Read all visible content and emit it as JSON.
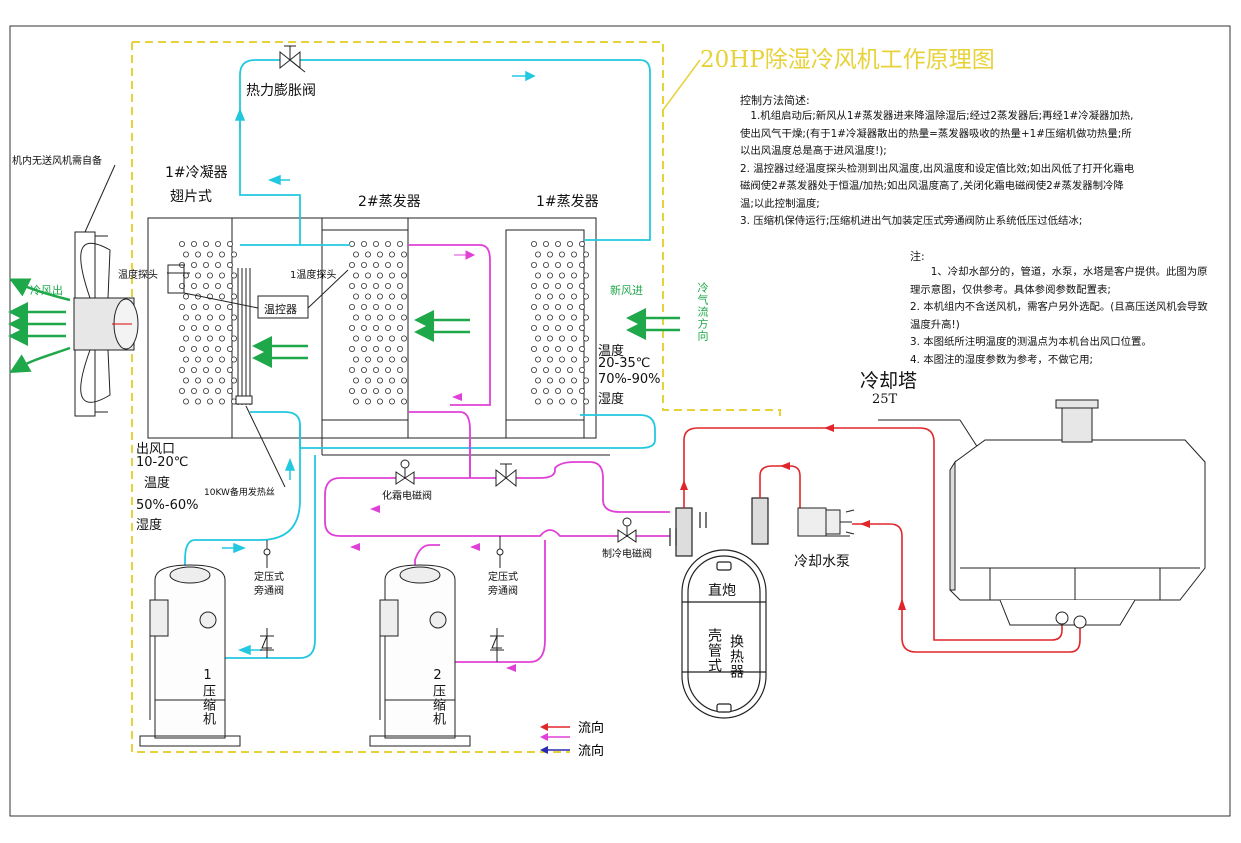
{
  "title": "20HP除湿冷风机工作原理图",
  "control_notes": {
    "heading": "控制方法简述:",
    "lines": [
      "　1.机组启动后;新风从1#蒸发器进来降温除湿后;经过2蒸发器后;再经1#冷凝器加热,使出风气干燥;(有于1#冷凝器散出的热量=蒸发器吸收的热量+1#压缩机做功热量;所以出风温度总是高于进风温度!);",
      "2. 温控器过经温度探头检测到出风温度,出风温度和设定值比效;如出风低了打开化霜电磁阀使2#蒸发器处于恒温/加热;如出风温度高了,关闭化霜电磁阀使2#蒸发器制冷降温;以此控制温度;",
      "3. 压缩机保侍运行;压缩机进出气加装定压式旁通阀防止系统低压过低结冰;"
    ]
  },
  "notes": {
    "heading": "注:",
    "lines": [
      "　　1、冷却水部分的，管道，水泵，水塔是客户提供。此图为原理示意图，仅供参考。具体参阅参数配置表;",
      "2. 本机组内不含送风机，需客户另外选配。(且高压送风机会导致温度升高!)",
      "3. 本图纸所注明温度的测温点为本机台出风口位置。",
      "4. 本图注的湿度参数为参考，不做它用;"
    ]
  },
  "labels": {
    "fan_note": "机内无送风机需自备",
    "cold_air_out": "冷风出",
    "condenser1": "1#冷凝器",
    "fin_type": "翅片式",
    "evaporator2": "2#蒸发器",
    "evaporator1": "1#蒸发器",
    "expansion_valve": "热力膨胀阀",
    "temp_probe": "温度探头",
    "temp_probe1": "1温度探头",
    "thermostat": "温控器",
    "fresh_air_in": "新风进",
    "cold_air_flow_dir": "冷气流方向",
    "inlet_temp": "温度",
    "inlet_temp_range": "20-35℃",
    "inlet_hum_range": "70%-90%",
    "inlet_hum": "湿度",
    "outlet": "出风口",
    "outlet_temp_range": "10-20℃",
    "outlet_temp": "温度",
    "outlet_hum_range": "50%-60%",
    "outlet_hum": "湿度",
    "heater": "10KW备用发热丝",
    "defrost_valve": "化霜电磁阀",
    "cooling_valve": "制冷电磁阀",
    "bypass_valve1": "定压式\n旁通阀",
    "bypass_valve2": "定压式\n旁通阀",
    "compressor1": "1压缩机",
    "compressor2": "2压缩机",
    "hx_direct": "直炮",
    "hx_shell": "壳管式",
    "hx_exchanger": "换热器",
    "cooling_tower": "冷却塔",
    "cooling_tower_cap": "25T",
    "cooling_pump": "冷却水泵"
  },
  "legend": [
    {
      "label": "流向",
      "color": "#e0262a"
    },
    {
      "label": "流向",
      "color": "#e040d8"
    },
    {
      "label": "流向",
      "color": "#2a2ab0"
    }
  ],
  "colors": {
    "refrigerant_cyan": "#22c8e0",
    "refrigerant_magenta": "#e040d8",
    "water_red": "#e0262a",
    "frame_yellow": "#e8d23a",
    "airflow_green": "#1fa84a"
  }
}
